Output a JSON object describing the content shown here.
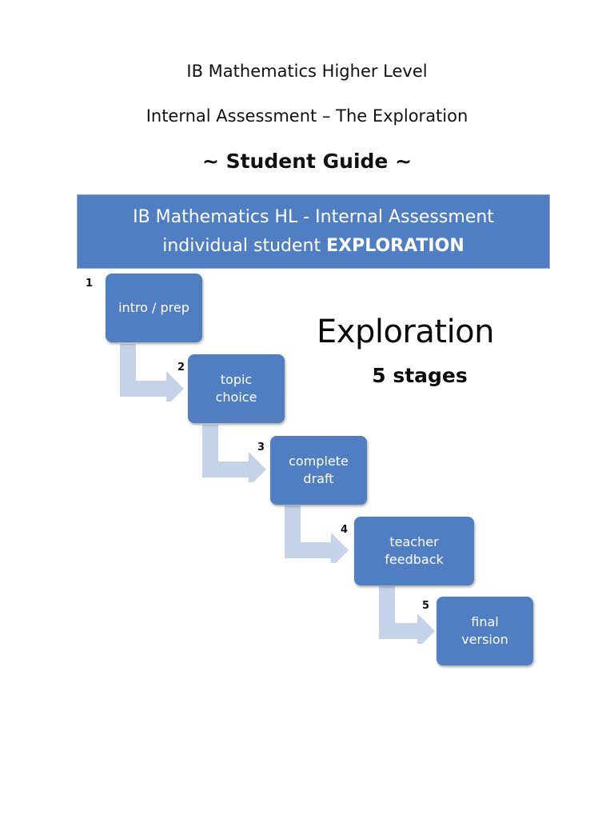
{
  "document": {
    "title_line1": "IB Mathematics Higher Level",
    "title_line2": "Internal Assessment – The Exploration",
    "title_line3": "~ Student Guide ~"
  },
  "banner": {
    "line1": "IB Mathematics HL - Internal Assessment",
    "line2_prefix": "individual student ",
    "line2_bold": "EXPLORATION"
  },
  "diagram": {
    "heading": "Exploration",
    "subheading": "5 stages",
    "stages": [
      {
        "number": "1",
        "label": "intro / prep"
      },
      {
        "number": "2",
        "label": "topic\nchoice"
      },
      {
        "number": "3",
        "label": "complete\ndraft"
      },
      {
        "number": "4",
        "label": "teacher\nfeedback"
      },
      {
        "number": "5",
        "label": "final\nversion"
      }
    ]
  },
  "colors": {
    "box_fill": "#4f7fc2",
    "arrow_fill": "#c5d3ea",
    "text_on_box": "#ffffff"
  }
}
